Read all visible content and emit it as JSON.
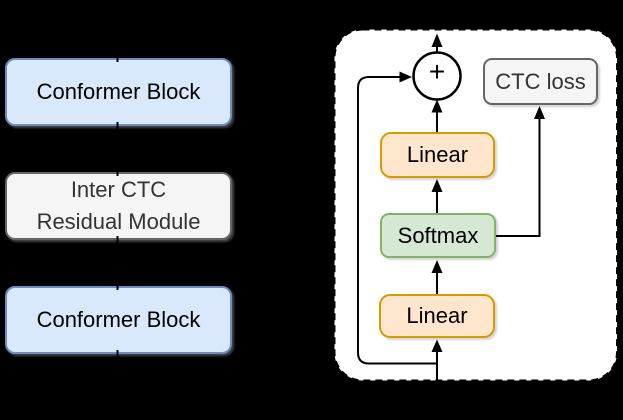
{
  "left_column": {
    "conformer_top": "Conformer Block",
    "inter_ctc_line1": "Inter CTC",
    "inter_ctc_line2": "Residual Module",
    "conformer_bottom": "Conformer Block"
  },
  "module_detail": {
    "sum_symbol": "+",
    "ctc_loss": "CTC loss",
    "linear_top": "Linear",
    "softmax": "Softmax",
    "linear_bottom": "Linear"
  },
  "colors": {
    "canvas_bg": "#000000",
    "panel_bg": "#ffffff",
    "line": "#000000",
    "conformer_fill": "#dae8fc",
    "conformer_stroke": "#6c8ebf",
    "neutral_fill": "#f5f5f5",
    "neutral_stroke": "#666666",
    "orange_fill": "#ffe6cc",
    "orange_stroke": "#d79b00",
    "green_fill": "#d5e8d4",
    "green_stroke": "#82b366",
    "text_dark": "#000000",
    "text_gray": "#333333"
  }
}
